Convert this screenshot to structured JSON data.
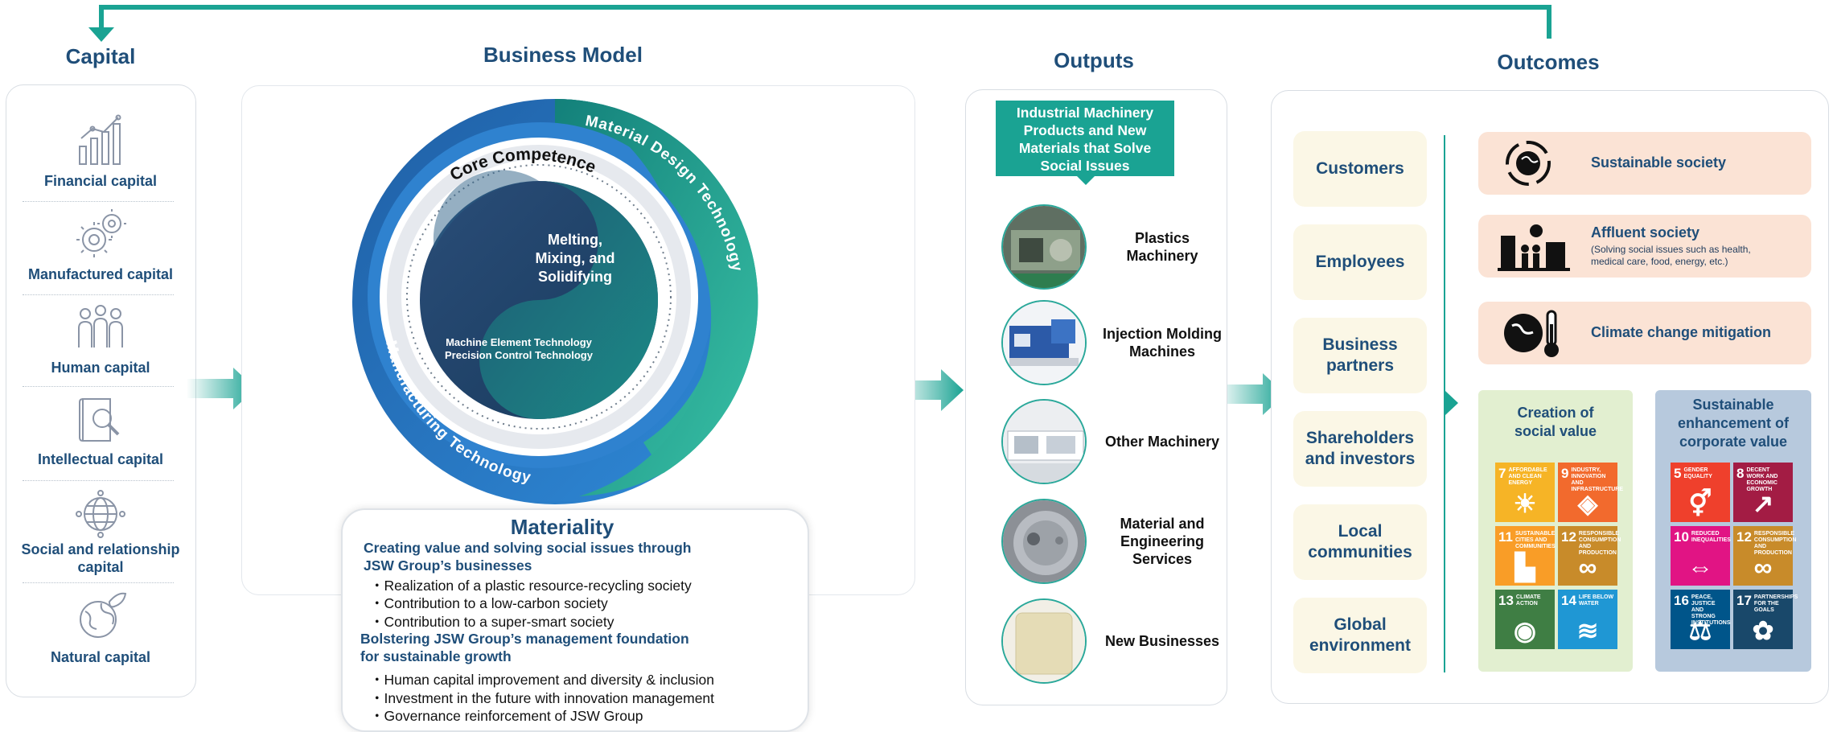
{
  "sections": {
    "capital": "Capital",
    "business_model": "Business Model",
    "outputs": "Outputs",
    "outcomes": "Outcomes"
  },
  "capital_items": [
    {
      "label": "Financial capital",
      "icon": "bar-chart-icon"
    },
    {
      "label": "Manufactured capital",
      "icon": "gears-icon"
    },
    {
      "label": "Human capital",
      "icon": "people-icon"
    },
    {
      "label": "Intellectual capital",
      "icon": "book-magnifier-icon"
    },
    {
      "label": "Social and relationship capital",
      "icon": "globe-network-icon"
    },
    {
      "label": "Natural capital",
      "icon": "earth-leaf-icon"
    }
  ],
  "business_model": {
    "outer_ring_top": "Material Design Technology",
    "outer_ring_bottom": "Manufacturing Technology",
    "core_competence": "Core Competence",
    "yin": "Melting, Mixing, and Solidifying",
    "yang_line1": "Machine Element Technology",
    "yang_line2": "Precision Control Technology"
  },
  "materiality": {
    "title": "Materiality",
    "group1_title_l1": "Creating value and solving social issues through",
    "group1_title_l2": "JSW Group’s businesses",
    "group1_items": [
      "・Realization of a plastic resource-recycling society",
      "・Contribution to a low-carbon society",
      "・Contribution to a super-smart society"
    ],
    "group2_title_l1": "Bolstering JSW Group’s management foundation",
    "group2_title_l2": "for sustainable growth",
    "group2_items": [
      "・Human capital improvement and diversity & inclusion",
      "・Investment in the future with innovation management",
      "・Governance reinforcement of JSW Group"
    ]
  },
  "outputs": {
    "callout": "Industrial Machinery Products and New Materials that Solve Social Issues",
    "items": [
      "Plastics Machinery",
      "Injection Molding Machines",
      "Other Machinery",
      "Material and Engineering Services",
      "New Businesses"
    ]
  },
  "stakeholders": [
    "Customers",
    "Employees",
    "Business partners",
    "Shareholders and investors",
    "Local communities",
    "Global environment"
  ],
  "outcomes": {
    "sustainable_society": "Sustainable society",
    "affluent_society": "Affluent society",
    "affluent_society_note": "(Solving social issues such as health, medical care, food, energy, etc.)",
    "climate": "Climate change mitigation",
    "social_value_title": "Creation of social value",
    "corporate_value_title": "Sustainable enhancement of corporate value"
  },
  "sdgs_social": [
    {
      "num": "7",
      "text": "AFFORDABLE AND CLEAN ENERGY",
      "color": "#f6b426",
      "glyph": "☀"
    },
    {
      "num": "9",
      "text": "INDUSTRY, INNOVATION AND INFRASTRUCTURE",
      "color": "#f26a2d",
      "glyph": "◈"
    },
    {
      "num": "11",
      "text": "SUSTAINABLE CITIES AND COMMUNITIES",
      "color": "#f99d27",
      "glyph": "▙"
    },
    {
      "num": "12",
      "text": "RESPONSIBLE CONSUMPTION AND PRODUCTION",
      "color": "#c88b2a",
      "glyph": "∞"
    },
    {
      "num": "13",
      "text": "CLIMATE ACTION",
      "color": "#3f7e44",
      "glyph": "◉"
    },
    {
      "num": "14",
      "text": "LIFE BELOW WATER",
      "color": "#1f97d4",
      "glyph": "≋"
    }
  ],
  "sdgs_corporate": [
    {
      "num": "5",
      "text": "GENDER EQUALITY",
      "color": "#ef402c",
      "glyph": "⚥"
    },
    {
      "num": "8",
      "text": "DECENT WORK AND ECONOMIC GROWTH",
      "color": "#a31c44",
      "glyph": "↗"
    },
    {
      "num": "10",
      "text": "REDUCED INEQUALITIES",
      "color": "#e11484",
      "glyph": "⇔"
    },
    {
      "num": "12",
      "text": "RESPONSIBLE CONSUMPTION AND PRODUCTION",
      "color": "#c88b2a",
      "glyph": "∞"
    },
    {
      "num": "16",
      "text": "PEACE, JUSTICE AND STRONG INSTITUTIONS",
      "color": "#00558a",
      "glyph": "⚖"
    },
    {
      "num": "17",
      "text": "PARTNERSHIPS FOR THE GOALS",
      "color": "#19486a",
      "glyph": "✿"
    }
  ],
  "colors": {
    "teal": "#1aa393",
    "navy": "#1f4e79",
    "stake_bg": "#fbf7e6",
    "outcome_bg": "#fbe3d5",
    "social_bg": "#e2efd0",
    "corporate_bg": "#b7c9dd"
  }
}
